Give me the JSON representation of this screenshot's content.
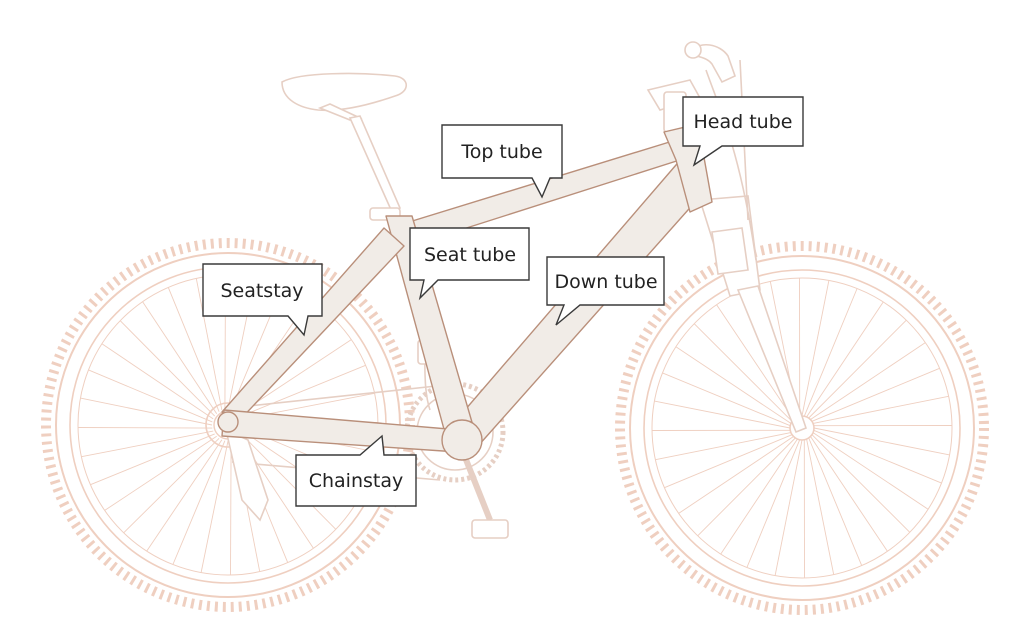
{
  "colors": {
    "background": "#ffffff",
    "wheel_line": "#efcfc0",
    "frame_fill": "#f1ece7",
    "frame_stroke": "#b98f7a",
    "component_line": "#e6cfc4",
    "callout_border": "#3a3a3a",
    "callout_text": "#222222"
  },
  "labels": {
    "top_tube": "Top tube",
    "head_tube": "Head tube",
    "seat_tube": "Seat tube",
    "down_tube": "Down tube",
    "seatstay": "Seatstay",
    "chainstay": "Chainstay"
  }
}
